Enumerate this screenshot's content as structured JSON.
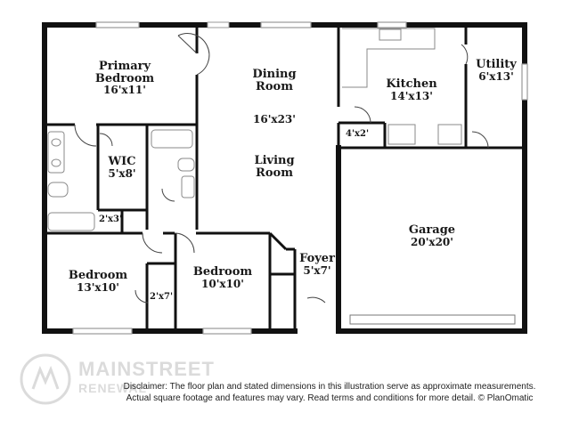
{
  "rooms": {
    "primary_bedroom": {
      "name_line1": "Primary",
      "name_line2": "Bedroom",
      "dim": "16'x11'"
    },
    "dining_room": {
      "name_line1": "Dining",
      "name_line2": "Room"
    },
    "living_dim": {
      "dim": "16'x23'"
    },
    "living_room": {
      "name_line1": "Living",
      "name_line2": "Room"
    },
    "kitchen": {
      "name": "Kitchen",
      "dim": "14'x13'"
    },
    "utility": {
      "name": "Utility",
      "dim": "6'x13'"
    },
    "wic": {
      "name": "WIC",
      "dim": "5'x8'"
    },
    "garage": {
      "name": "Garage",
      "dim": "20'x20'"
    },
    "foyer": {
      "name": "Foyer",
      "dim": "5'x7'"
    },
    "bedroom_2": {
      "name": "Bedroom",
      "dim": "13'x10'"
    },
    "bedroom_3": {
      "name": "Bedroom",
      "dim": "10'x10'"
    }
  },
  "small_dims": {
    "closet_4x2": "4'x2'",
    "closet_2x3": "2'x3'",
    "closet_2x7": "2'x7'"
  },
  "disclaimer": {
    "line1": "Disclaimer: The floor plan and stated dimensions in this illustration serve as approximate measurements.",
    "line2": "Actual square footage and features may vary. Read terms and conditions for more detail. © PlanOmatic"
  },
  "watermark": {
    "brand": "MAINSTREET",
    "sub": "RENEWAL",
    "icon": "mainstreet-logo-icon"
  },
  "colors": {
    "wall": "#111111",
    "fixture": "#8a8a8a",
    "window": "#9a9a9a",
    "background": "#ffffff"
  }
}
